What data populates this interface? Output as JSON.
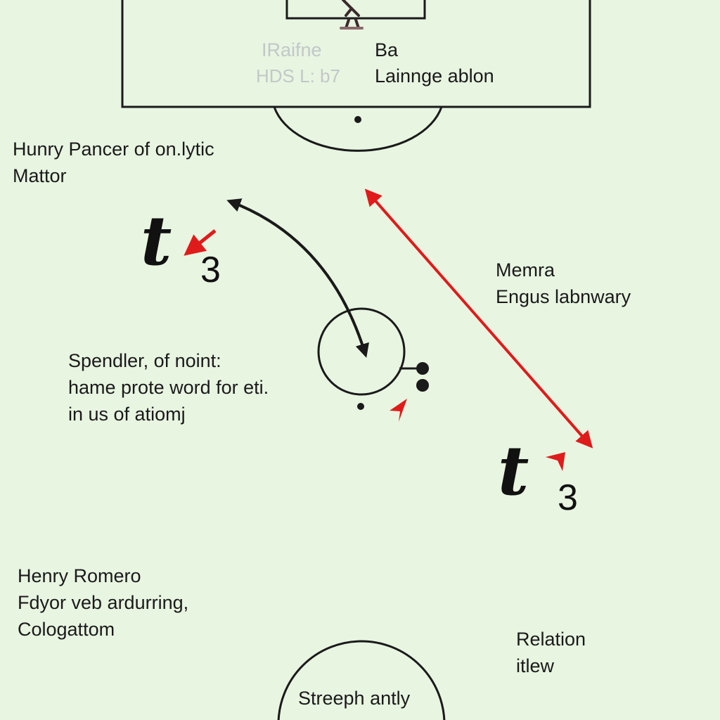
{
  "box_labels": {
    "faded_1": "IRaifne",
    "faded_2": "HDS L: b7",
    "line_1": "Ba",
    "line_2": "Lainnge ablon"
  },
  "annotations": {
    "top_left": [
      "Hunry Pancer of on.lytic",
      "Mattor"
    ],
    "right_mid": [
      "Memra",
      "Engus labnwary"
    ],
    "center_left": [
      "Spendler, of noint:",
      "hame prote word for eti.",
      "in us of atiomj"
    ],
    "bottom_left": [
      "Henry Romero",
      "Fdyor veb ardurring,",
      "Cologattom"
    ],
    "bottom_right": [
      "Relation",
      "itlew"
    ],
    "bottom_center": "Streeph antly"
  },
  "players": [
    {
      "glyph": "t",
      "number": "3"
    },
    {
      "glyph": "t",
      "number": "3"
    }
  ],
  "colors": {
    "pitch": "#e8f5e1",
    "lines": "#1a1a1a",
    "pass_arrow": "#1a1a1a",
    "run_arrow": "#e01b1b"
  }
}
